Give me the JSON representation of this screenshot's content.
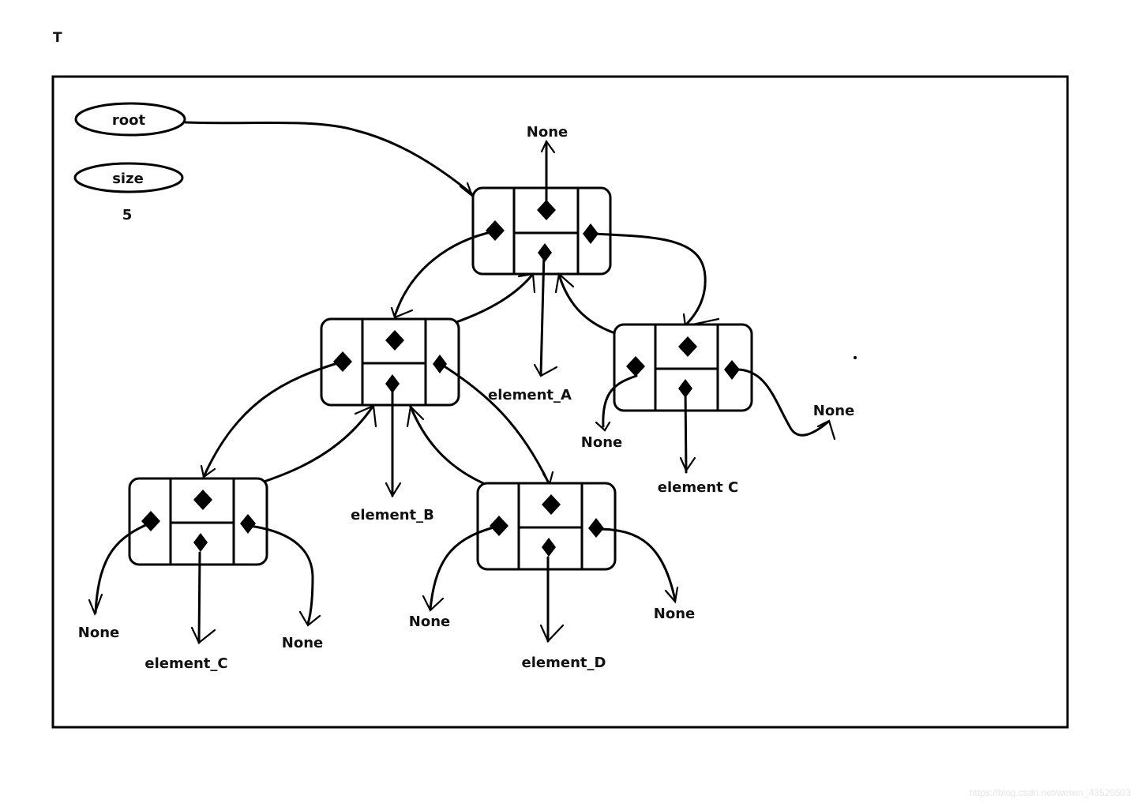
{
  "title": "T",
  "fields": {
    "root": "root",
    "size": "size",
    "size_value": "5"
  },
  "null_label": "None",
  "nodes": [
    {
      "id": "node-root",
      "element": "element_A",
      "children": {
        "left": "node-b",
        "right": "node-c"
      },
      "parent": "None"
    },
    {
      "id": "node-b",
      "element": "element_B",
      "children": {
        "left": "node-c2",
        "right": "node-d"
      },
      "parent": "node-root"
    },
    {
      "id": "node-c",
      "element": "element C",
      "children": {
        "left": "None",
        "right": "None"
      },
      "parent": "node-root"
    },
    {
      "id": "node-c2",
      "element": "element_C",
      "children": {
        "left": "None",
        "right": "None"
      },
      "parent": "node-b"
    },
    {
      "id": "node-d",
      "element": "element_D",
      "children": {
        "left": "None",
        "right": "None"
      },
      "parent": "node-b"
    }
  ],
  "labels": {
    "root_parent_none": "None",
    "element_a": "element_A",
    "element_b": "element_B",
    "element_c_right": "element C",
    "element_c_left": "element_C",
    "element_d": "element_D",
    "c_left_none": "None",
    "c_right_none": "None",
    "c2_left_none": "None",
    "c2_right_none": "None",
    "d_left_none": "None",
    "d_right_none": "None"
  },
  "watermark": "https://blog.csdn.net/weixin_43520503"
}
